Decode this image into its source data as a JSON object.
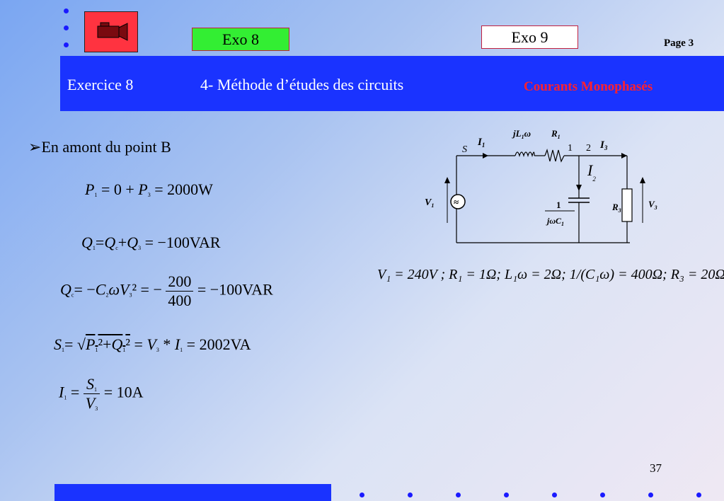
{
  "nav": {
    "exo8_label": "Exo 8",
    "exo9_label": "Exo 9",
    "page_label": "Page 3",
    "icon": "video-camera-icon"
  },
  "header": {
    "exercise": "Exercice 8",
    "method": "4- Méthode d’études des circuits",
    "course": "Courants Monophasés"
  },
  "content": {
    "bullet": "En amont du point B",
    "eq1": {
      "a": "P",
      "eq": "= 0 +",
      "b": "P",
      "res": "= 2000W"
    },
    "eq2": {
      "res": "= −100VAR"
    },
    "eq3": {
      "num": "200",
      "den": "400",
      "res": "= −100VAR"
    },
    "eq4": {
      "res": "= 2002VA"
    },
    "eq5": {
      "num": "S",
      "den": "V",
      "res": "= 10A"
    }
  },
  "circuit": {
    "labels": {
      "s": "S",
      "i1": "I",
      "jlw": "jL",
      "r1": "R",
      "n1": "1",
      "n2": "2",
      "i3": "I",
      "i2": "I",
      "v1": "V",
      "cap_num": "1",
      "cap_den": "jωC",
      "r3": "R",
      "v3": "V"
    },
    "values": "V₁ = 240V ; R₁ = 1Ω; L₁ω = 2Ω; 1/(C₁ω) = 400Ω; R₃ = 20Ω"
  },
  "footer": {
    "slide_number": "37"
  }
}
